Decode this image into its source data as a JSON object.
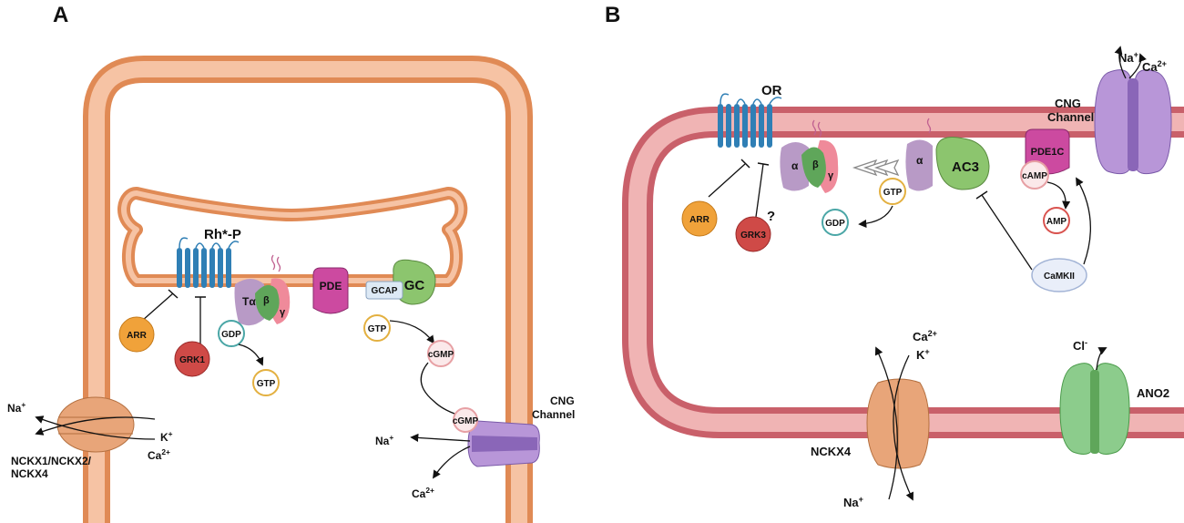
{
  "panels": {
    "a": {
      "letter": "A",
      "receptor": "Rh*-P",
      "arr": "ARR",
      "grk": "GRK1",
      "t_alpha": "Tα",
      "beta": "β",
      "gamma": "γ",
      "gdp": "GDP",
      "gtp_product": "GTP",
      "pde": "PDE",
      "gc": "GC",
      "gcap": "GCAP",
      "gtp": "GTP",
      "cgmp_free": "cGMP",
      "cgmp_bound": "cGMP",
      "cng_line1": "CNG",
      "cng_line2": "Channel",
      "cng_na": "Na",
      "cng_na_sup": "+",
      "cng_ca": "Ca",
      "cng_ca_sup": "2+",
      "exchanger_na": "Na",
      "exchanger_na_sup": "+",
      "exchanger_k": "K",
      "exchanger_k_sup": "+",
      "exchanger_ca": "Ca",
      "exchanger_ca_sup": "2+",
      "exchanger_line1": "NCKX1/NCKX2/",
      "exchanger_line2": "NCKX4"
    },
    "b": {
      "letter": "B",
      "receptor": "OR",
      "arr": "ARR",
      "grk": "GRK3",
      "grk_question": "?",
      "alpha": "α",
      "beta": "β",
      "gamma": "γ",
      "gtp": "GTP",
      "gdp": "GDP",
      "ac3_alpha": "α",
      "ac3": "AC3",
      "pde": "PDE1C",
      "camp": "cAMP",
      "amp": "AMP",
      "camkii": "CaMKII",
      "cng_line1": "CNG",
      "cng_line2": "Channel",
      "cng_na": "Na",
      "cng_na_sup": "+",
      "cng_ca": "Ca",
      "cng_ca_sup": "2+",
      "nckx4_label": "NCKX4",
      "nckx4_ca": "Ca",
      "nckx4_ca_sup": "2+",
      "nckx4_k": "K",
      "nckx4_k_sup": "+",
      "nckx4_na": "Na",
      "nckx4_na_sup": "+",
      "ano2_label": "ANO2",
      "ano2_cl": "Cl",
      "ano2_cl_sup": "-"
    }
  },
  "colors": {
    "rod_membrane_outer": "#e08a55",
    "rod_membrane_inner": "#f6c3a4",
    "cilia_membrane_outer": "#c9606a",
    "cilia_membrane_inner": "#f0b4b4",
    "receptor": "#2f7fb5",
    "alpha_subunit": "#b89ac6",
    "beta_subunit": "#5fa65a",
    "gamma_subunit": "#ef8a9a",
    "pde": "#cc4aa0",
    "gc": "#8cc56e",
    "arr": "#f0a23a",
    "grk": "#cf4a47",
    "cng_channel": "#b896d8",
    "exchanger": "#e8a579",
    "ano2": "#8ccc8c"
  }
}
